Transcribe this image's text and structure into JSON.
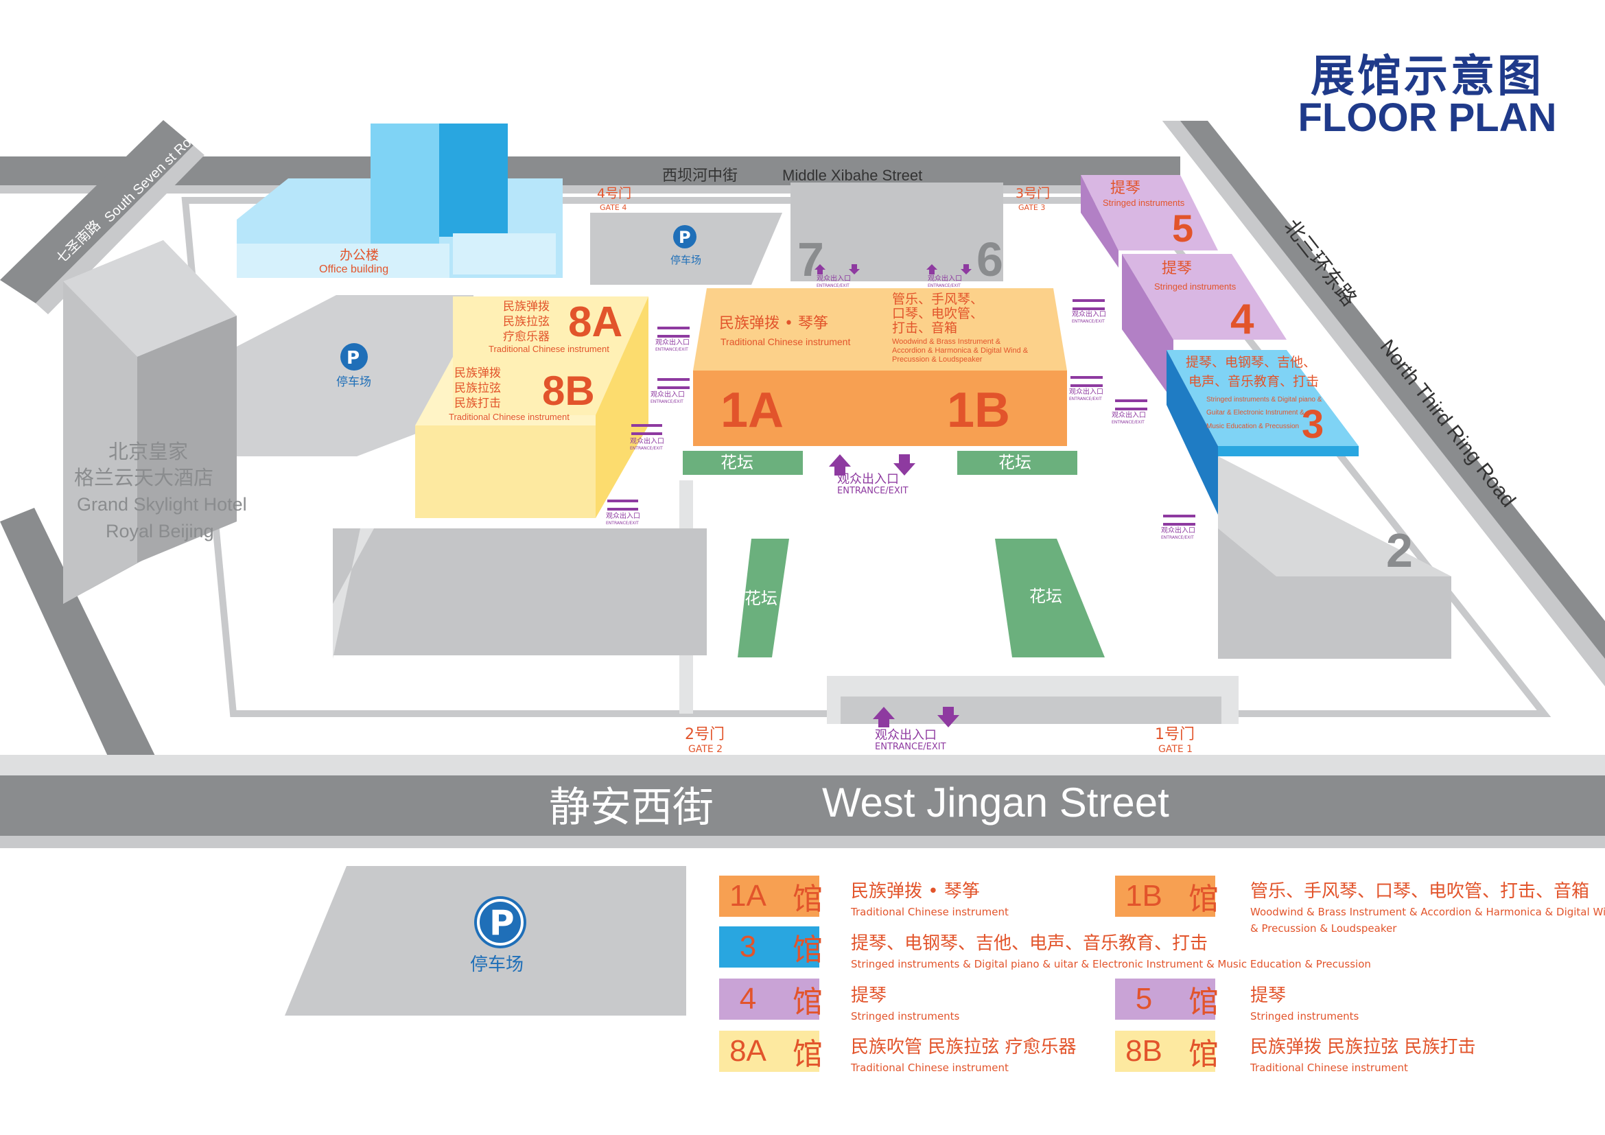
{
  "title": {
    "cn": "展馆示意图",
    "en": "FLOOR PLAN"
  },
  "colors": {
    "road": "#8a8c8e",
    "building_gray": "#c8c9cb",
    "hall_orange": "#f7a052",
    "hall_yellow": "#fde9a0",
    "hall_purple": "#c9a3d6",
    "hall_blue": "#29a6e0",
    "office_blue": "#7fd3f5",
    "garden_green": "#6bb07d",
    "label_red": "#e2542b",
    "entrance_purple": "#8e3aa0",
    "parking_blue": "#1f6fb8"
  },
  "streets": {
    "north_cn": "西坝河中街",
    "north_en": "Middle Xibahe Street",
    "west_cn": "七圣南路",
    "west_en": "South Seven st Road",
    "east_cn": "北三环东路",
    "east_en": "North Third Ring Road",
    "south_cn": "静安西街",
    "south_en": "West Jingan Street"
  },
  "gates": [
    {
      "cn": "4号门",
      "en": "GATE 4"
    },
    {
      "cn": "3号门",
      "en": "GATE 3"
    },
    {
      "cn": "2号门",
      "en": "GATE 2"
    },
    {
      "cn": "1号门",
      "en": "GATE 1"
    }
  ],
  "parking": {
    "icon": "parking-icon",
    "letter": "P",
    "label": "停车场"
  },
  "office": {
    "cn": "办公楼",
    "en": "Office building"
  },
  "hotel": {
    "cn1": "北京皇家",
    "cn2": "格兰云天大酒店",
    "en1": "Grand Skylight Hotel",
    "en2": "Royal Beijing"
  },
  "halls_map": {
    "h1a": {
      "code": "1A",
      "cn": "民族弹拨 • 琴筝",
      "en": "Traditional Chinese instrument"
    },
    "h1b": {
      "code": "1B",
      "cn1": "管乐、手风琴、",
      "cn2": "口琴、电吹管、",
      "cn3": "打击、音箱",
      "en1": "Woodwind & Brass Instrument &",
      "en2": "Accordion & Harmonica & Digital Wind &",
      "en3": "Precussion & Loudspeaker"
    },
    "h8a": {
      "code": "8A",
      "cn1": "民族弹拨",
      "cn2": "民族拉弦",
      "cn3": "疗愈乐器",
      "en": "Traditional Chinese instrument"
    },
    "h8b": {
      "code": "8B",
      "cn1": "民族弹拨",
      "cn2": "民族拉弦",
      "cn3": "民族打击",
      "en": "Traditional Chinese instrument"
    },
    "h5": {
      "code": "5",
      "cn": "提琴",
      "en": "Stringed instruments"
    },
    "h4": {
      "code": "4",
      "cn": "提琴",
      "en": "Stringed instruments"
    },
    "h3": {
      "code": "3",
      "cn1": "提琴、电钢琴、吉他、",
      "cn2": "电声、音乐教育、打击",
      "en1": "Stringed instruments & Digital piano &",
      "en2": "Guitar & Electronic Instrument &",
      "en3": "Music Education & Precussion"
    },
    "h7": {
      "code": "7"
    },
    "h6": {
      "code": "6"
    },
    "h2": {
      "code": "2"
    }
  },
  "garden": "花坛",
  "entrance": {
    "cn": "观众出入口",
    "en": "ENTRANCE/EXIT"
  },
  "legend": [
    {
      "code": "1A",
      "kw": "馆",
      "cn": "民族弹拨 • 琴筝",
      "en": "Traditional Chinese instrument"
    },
    {
      "code": "1B",
      "kw": "馆",
      "cn": "管乐、手风琴、口琴、电吹管、打击、音箱",
      "en": "Woodwind & Brass Instrument & Accordion & Harmonica & Digital Wind",
      "en2": "& Precussion & Loudspeaker"
    },
    {
      "code": "3",
      "kw": "馆",
      "cn": "提琴、电钢琴、吉他、电声、音乐教育、打击",
      "en": "Stringed instruments & Digital piano & uitar & Electronic Instrument & Music Education & Precussion"
    },
    {
      "code": "4",
      "kw": "馆",
      "cn": "提琴",
      "en": "Stringed instruments"
    },
    {
      "code": "5",
      "kw": "馆",
      "cn": "提琴",
      "en": "Stringed instruments"
    },
    {
      "code": "8A",
      "kw": "馆",
      "cn": "民族吹管   民族拉弦   疗愈乐器",
      "en": "Traditional Chinese instrument"
    },
    {
      "code": "8B",
      "kw": "馆",
      "cn": "民族弹拨    民族拉弦    民族打击",
      "en": "Traditional Chinese instrument"
    }
  ]
}
